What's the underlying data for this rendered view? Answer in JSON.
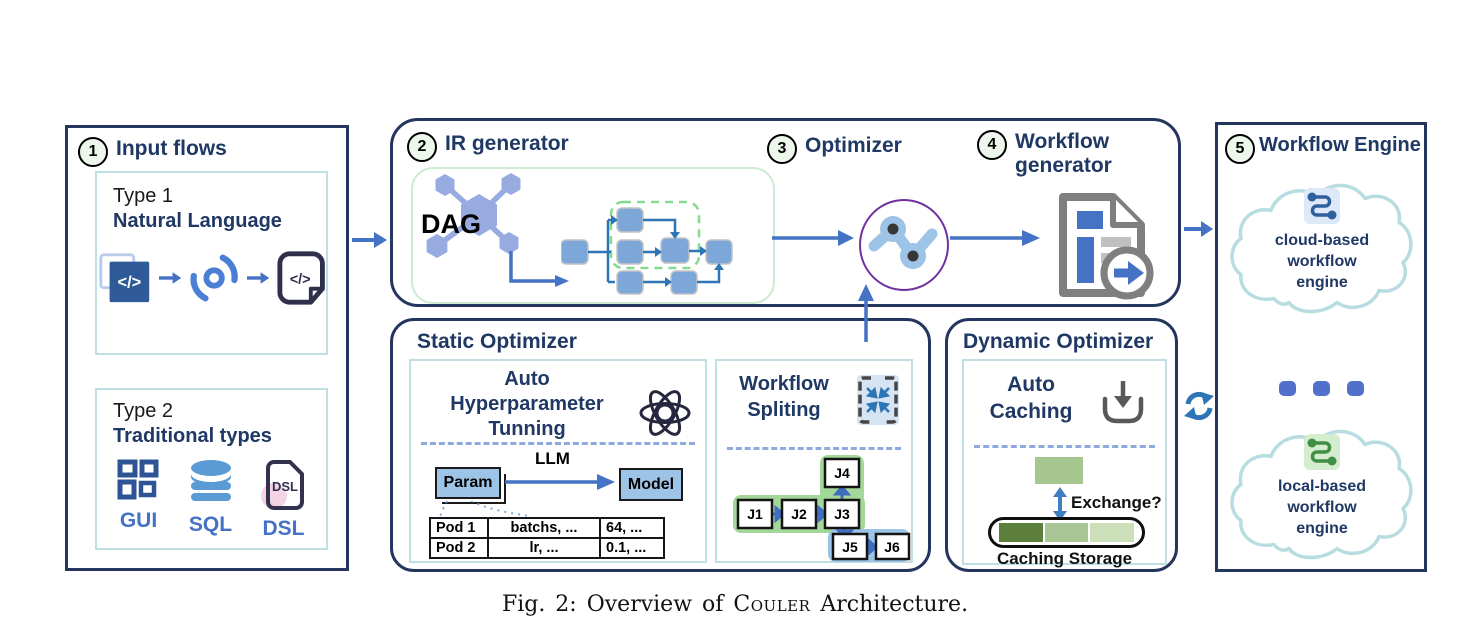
{
  "caption": {
    "prefix": "Fig. 2: Overview of",
    "brand": "Couler",
    "suffix": "Architecture."
  },
  "input_flows": {
    "badge": "1",
    "title": "Input flows",
    "type1": {
      "line1": "Type 1",
      "line2": "Natural Language"
    },
    "type2": {
      "line1": "Type 2",
      "line2": "Traditional types",
      "labels": [
        "GUI",
        "SQL",
        "DSL"
      ],
      "dsl_doc": "DSL"
    }
  },
  "pipeline": {
    "ir": {
      "badge": "2",
      "title": "IR generator",
      "dag_label": "DAG"
    },
    "optimizer": {
      "badge": "3",
      "title": "Optimizer"
    },
    "workflow_generator": {
      "badge": "4",
      "lines": [
        "Workflow",
        "generator"
      ]
    }
  },
  "static_optimizer": {
    "title": "Static Optimizer",
    "hyper": {
      "lines": [
        "Auto",
        "Hyperparameter",
        "Tunning"
      ],
      "param": "Param",
      "llm": "LLM",
      "model": "Model",
      "table": {
        "rows": [
          [
            "Pod 1",
            "batchs, ...",
            "64, ..."
          ],
          [
            "Pod 2",
            "lr, ...",
            "0.1, ..."
          ]
        ]
      }
    },
    "split": {
      "lines": [
        "Workflow",
        "Spliting"
      ],
      "jobs": [
        "J1",
        "J2",
        "J3",
        "J4",
        "J5",
        "J6"
      ]
    }
  },
  "dynamic_optimizer": {
    "title": "Dynamic Optimizer",
    "caching": {
      "lines": [
        "Auto",
        "Caching"
      ],
      "exchange": "Exchange?",
      "storage": "Caching Storage"
    }
  },
  "workflow_engine": {
    "badge": "5",
    "title": "Workflow Engine",
    "cloud1_lines": [
      "cloud-based",
      "workflow",
      "engine"
    ],
    "cloud2_lines": [
      "local-based",
      "workflow",
      "engine"
    ]
  },
  "colors": {
    "navy_border": "#24365e",
    "heading_navy": "#1f3864",
    "arrow_blue": "#4472c4",
    "node_blue": "#7da7d8",
    "light_blue": "#9dc3e6",
    "teal_card_border": "#bfe0e2",
    "mint_panel_border": "#cdebd2",
    "green_dashed": "#86d98e",
    "green_highlight": "#a4d79a",
    "dashed_separator": "#8ea9db",
    "optimizer_purple": "#7030a0",
    "pink_accent": "#f3d3e4",
    "badge_fill": "#eef7ec",
    "cloud_border": "#b7dde0",
    "storage_greens": [
      "#5c7f3b",
      "#a9c796",
      "#cbdfb8"
    ],
    "icon_gray": "#7f7f7f",
    "dag_periwinkle": "#97abe0"
  }
}
